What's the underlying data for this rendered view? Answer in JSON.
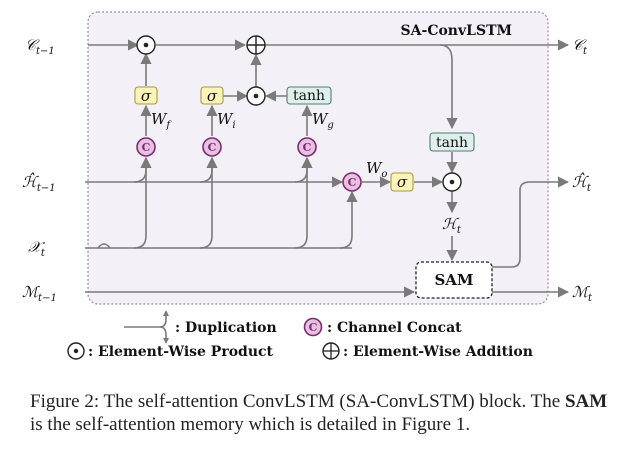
{
  "diagram": {
    "block_title": "SA-ConvLSTM",
    "inputs": {
      "c_prev": "𝒞",
      "c_prev_sub": "t−1",
      "h_prev": "ℋ̂",
      "h_prev_sub": "t−1",
      "x": "𝒳",
      "x_sub": "t",
      "m_prev": "ℳ",
      "m_prev_sub": "t−1"
    },
    "outputs": {
      "c": "𝒞",
      "c_sub": "t",
      "h": "ℋ̂",
      "h_sub": "t",
      "m": "ℳ",
      "m_sub": "t"
    },
    "internal": {
      "h_mid": "ℋ",
      "h_mid_sub": "t"
    },
    "weights": {
      "wf": "W",
      "wf_sub": "f",
      "wi": "W",
      "wi_sub": "i",
      "wg": "W",
      "wg_sub": "g",
      "wo": "W",
      "wo_sub": "o"
    },
    "symbols": {
      "sigma": "σ",
      "tanh": "tanh",
      "concat": "C",
      "sam": "SAM"
    }
  },
  "legend": {
    "duplication": ": Duplication",
    "channel_concat": ": Channel Concat",
    "product": ": Element-Wise Product",
    "addition": ": Element-Wise Addition"
  },
  "caption": {
    "prefix": "Figure 2: The self-attention ConvLSTM (SA-ConvLSTM) block. The ",
    "bold": "SAM",
    "suffix": " is the self-attention memory which is detailed in Figure 1."
  }
}
